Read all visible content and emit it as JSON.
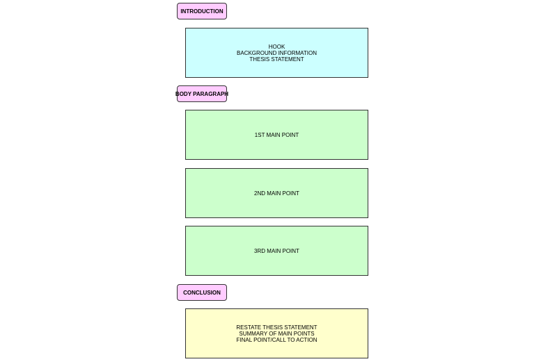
{
  "colors": {
    "tag_fill": "#ffccff",
    "intro_fill": "#ccffff",
    "body_fill": "#ccffcc",
    "conclusion_fill": "#ffffcc",
    "border": "#333333"
  },
  "introduction": {
    "tag": "INTRODUCTION",
    "lines": [
      "HOOK",
      "BACKGROUND INFORMATION",
      "THESIS STATEMENT"
    ]
  },
  "body": {
    "tag": "BODY PARAGRAPH",
    "points": [
      "1ST MAIN POINT",
      "2ND MAIN POINT",
      "3RD MAIN POINT"
    ]
  },
  "conclusion": {
    "tag": "CONCLUSION",
    "lines": [
      "RESTATE THESIS STATEMENT",
      "SUMMARY OF MAIN POINTS",
      "FINAL POINT/CALL TO ACTION"
    ]
  }
}
